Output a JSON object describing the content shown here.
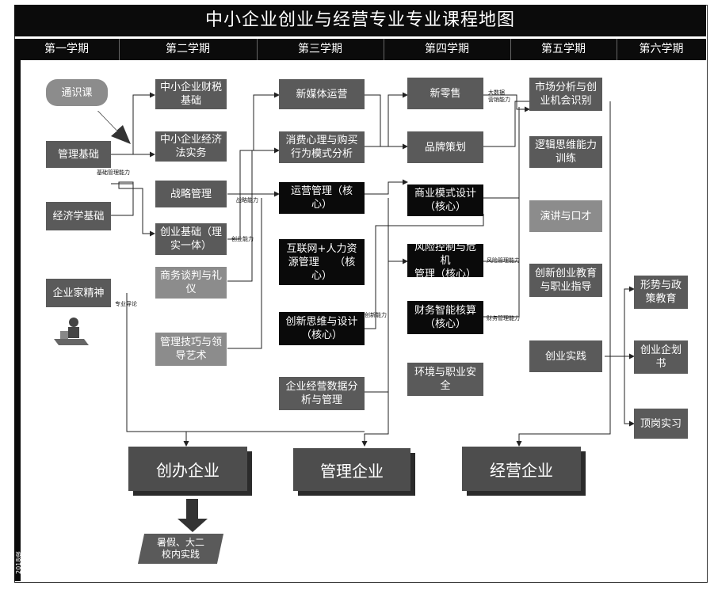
{
  "title": "中小企业创业与经营专业专业课程地图",
  "terms": [
    "第一学期",
    "第二学期",
    "第三学期",
    "第四学期",
    "第五学期",
    "第六学期"
  ],
  "side_label": "2018级",
  "term1": {
    "general": "通识课",
    "mgmt_basics": "管理基础",
    "economics": "经济学基础",
    "entrepreneur": "企业家精神"
  },
  "term2": {
    "tax": "中小企业财税\n基础",
    "law": "中小企业经济\n法实务",
    "strategy": "战略管理",
    "startup_basics": "创业基础（理\n实一体）",
    "negotiation": "商务谈判与礼\n仪",
    "leadership": "管理技巧与领\n导艺术"
  },
  "term3": {
    "new_media": "新媒体运营",
    "consumer": "消费心理与购买\n行为模式分析",
    "operations": "运营管理（核\n心）",
    "hr": "互联网+人力资\n源管理　　（核\n心）",
    "innovation": "创新思维与设计\n（核心）",
    "data": "企业经营数据分\n析与管理"
  },
  "term4": {
    "new_retail": "新零售",
    "brand": "品牌策划",
    "business_model": "商业模式设计\n（核心）",
    "risk": "风险控制与危机\n管理（核心）",
    "finance": "财务智能核算\n（核心）",
    "safety": "环境与职业安全"
  },
  "term5": {
    "market": "市场分析与创\n业机会识别",
    "logic": "逻辑思维能力\n训练",
    "speech": "演讲与口才",
    "career": "创新创业教育\n与职业指导",
    "practice": "创业实践"
  },
  "term6": {
    "policy": "形势与政\n策教育",
    "plan": "创业企划\n书",
    "internship": "顶岗实习"
  },
  "labels": {
    "basic_mgmt": "基础管理能力",
    "strategy_ability": "战略能力",
    "startup_ability": "创业能力",
    "career_guide": "专业导论",
    "innovation_ability": "创新能力",
    "bigdata": "大数据\n营销能力",
    "risk_ability": "风险管理能力",
    "finance_ability": "财务管理能力"
  },
  "blocks": {
    "create": "创办企业",
    "manage": "管理企业",
    "operate": "经营企业"
  },
  "practice_note": "暑假、大二\n校内实践",
  "colors": {
    "black": "#0a0a0a",
    "dark": "#5a5a5a",
    "light": "#8c8c8c",
    "line": "#222222"
  }
}
